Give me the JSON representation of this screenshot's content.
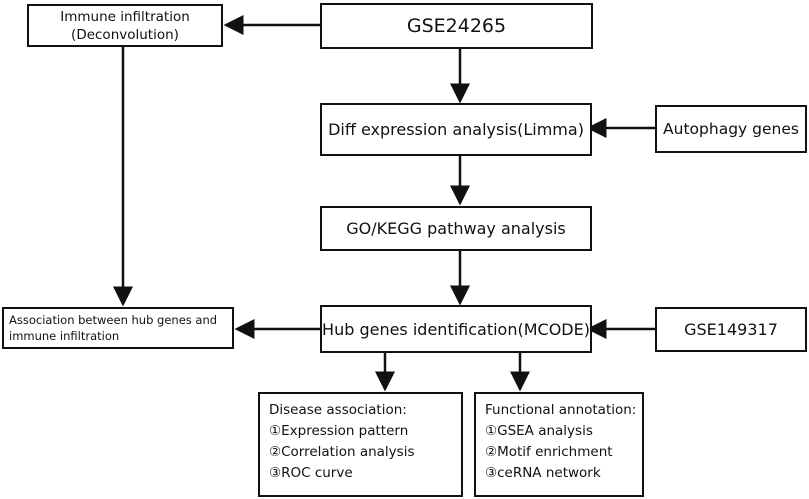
{
  "nodes": {
    "gse24265": {
      "label": "GSE24265"
    },
    "immune_infiltration": {
      "line1": "Immune infiltration",
      "line2": "(Deconvolution)"
    },
    "diff_expression": {
      "label": "Diff expression analysis(Limma)"
    },
    "autophagy_genes": {
      "label": "Autophagy genes"
    },
    "go_kegg": {
      "label": "GO/KEGG pathway analysis"
    },
    "association": {
      "line1": "Association between hub genes and",
      "line2": "immune infiltration"
    },
    "hub_genes": {
      "label": "Hub genes identification(MCODE)"
    },
    "gse149317": {
      "label": "GSE149317"
    },
    "disease_association": {
      "title": "Disease association:",
      "items": [
        "①Expression pattern",
        "②Correlation analysis",
        "③ROC curve"
      ]
    },
    "functional_annotation": {
      "title": "Functional annotation:",
      "items": [
        "①GSEA analysis",
        "②Motif enrichment",
        "③ceRNA network"
      ]
    }
  },
  "colors": {
    "stroke": "#111111",
    "background": "#ffffff"
  }
}
